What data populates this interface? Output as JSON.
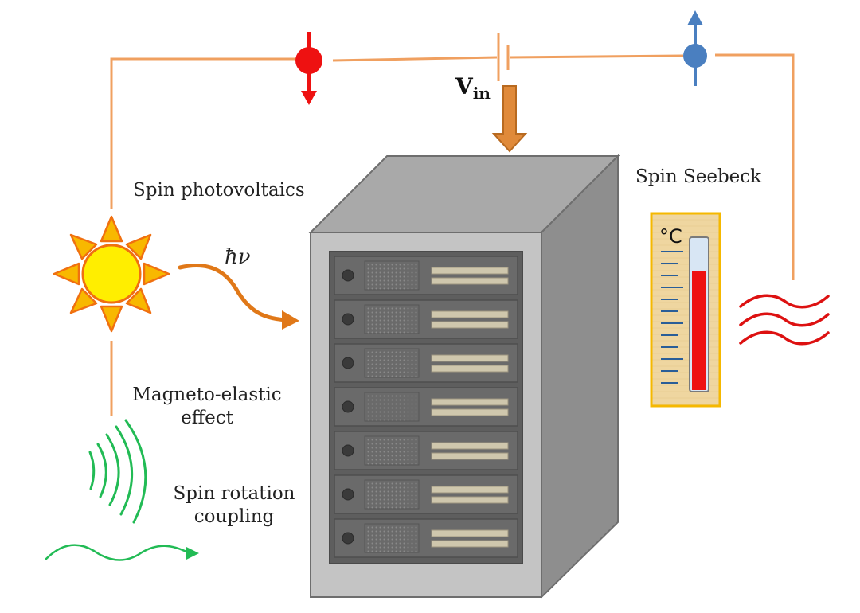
{
  "labels": {
    "spin_photovoltaics": "Spin photovoltaics",
    "spin_seebeck": "Spin Seebeck",
    "magneto_elastic_line1": "Magneto-elastic",
    "magneto_elastic_line2": "effect",
    "spin_rotation_line1": "Spin rotation",
    "spin_rotation_line2": "coupling",
    "vin_main": "V",
    "vin_sub": "in",
    "photon": "ħν",
    "celsius": "°C"
  },
  "colors": {
    "wire": "#f0a060",
    "spin_down": "#ee1111",
    "spin_up": "#4a7fc0",
    "input_arrow": "#e08a3a",
    "sun_core": "#ffee00",
    "sun_ray": "#f8b800",
    "sun_outline": "#f07010",
    "photon_arrow": "#e07818",
    "sound_waves": "#22bb55",
    "heat_waves": "#dd1111",
    "thermo_fill": "#ee1111",
    "thermo_board": "#efd6a0",
    "thermo_border": "#f5b800",
    "cabinet_front": "#c4c4c4",
    "cabinet_top": "#a9a9a9",
    "cabinet_side": "#8e8e8e",
    "rack": "#5e5e5e"
  },
  "server_units": 7
}
